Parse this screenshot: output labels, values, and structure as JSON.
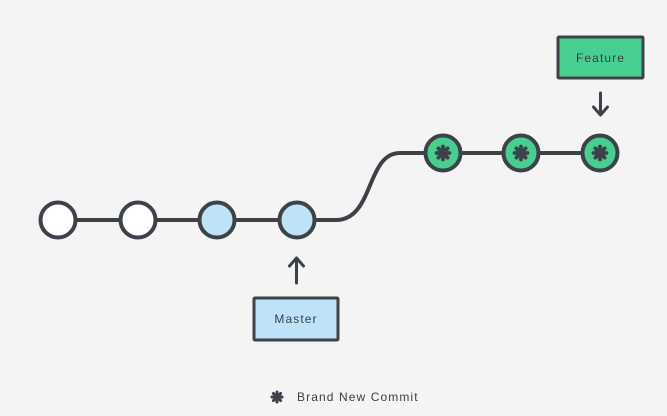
{
  "colors": {
    "background": "#F4F4F5",
    "line": "#3D4249",
    "commit_old_fill": "#FFFFFF",
    "commit_master_fill": "#BEE3F8",
    "commit_feature_fill": "#49CE92",
    "master_box_fill": "#BEE3F8",
    "feature_box_fill": "#49CE92"
  },
  "branches": {
    "master": {
      "label": "Master",
      "commits": [
        "plain",
        "plain",
        "highlighted",
        "highlighted"
      ]
    },
    "feature": {
      "label": "Feature",
      "commits": [
        "new",
        "new",
        "new"
      ]
    }
  },
  "legend": {
    "label": "Brand New Commit",
    "icon": "asterisk"
  }
}
